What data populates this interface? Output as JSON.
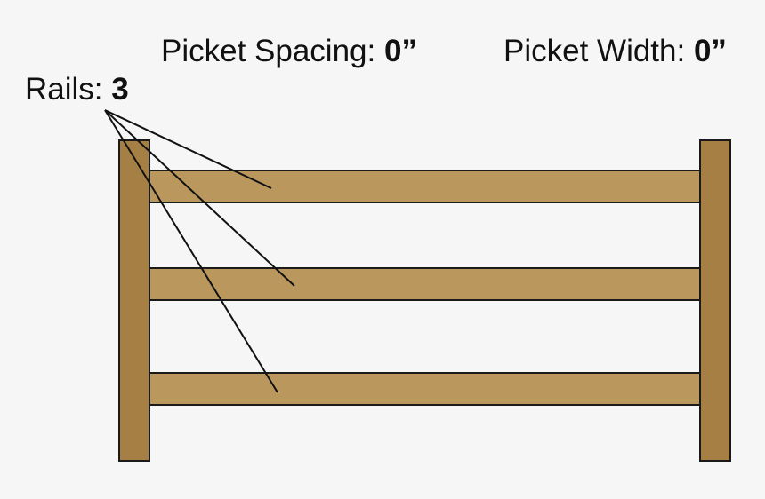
{
  "labels": {
    "picket_spacing": {
      "label": "Picket Spacing:",
      "value": "0”"
    },
    "picket_width": {
      "label": "Picket Width:",
      "value": "0”"
    },
    "rails": {
      "label": "Rails:",
      "value": "3"
    }
  },
  "colors": {
    "background": "#f6f6f6",
    "post_fill": "#a57f44",
    "rail_fill": "#b9975d",
    "outline": "#1a1a1a",
    "text": "#111111"
  },
  "fence": {
    "posts": [
      {
        "side": "left"
      },
      {
        "side": "right"
      }
    ],
    "rails": [
      {
        "position": "top"
      },
      {
        "position": "middle"
      },
      {
        "position": "bottom"
      }
    ]
  }
}
